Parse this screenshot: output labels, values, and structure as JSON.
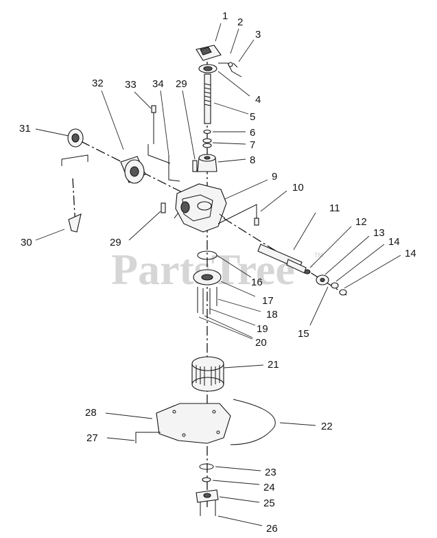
{
  "watermark": {
    "text": "PartsTree",
    "tm": "TM"
  },
  "callouts": [
    {
      "id": "c1",
      "text": "1"
    },
    {
      "id": "c2",
      "text": "2"
    },
    {
      "id": "c3",
      "text": "3"
    },
    {
      "id": "c4",
      "text": "4"
    },
    {
      "id": "c5",
      "text": "5"
    },
    {
      "id": "c6",
      "text": "6"
    },
    {
      "id": "c7",
      "text": "7"
    },
    {
      "id": "c8",
      "text": "8"
    },
    {
      "id": "c9",
      "text": "9"
    },
    {
      "id": "c10",
      "text": "10"
    },
    {
      "id": "c11",
      "text": "11"
    },
    {
      "id": "c12",
      "text": "12"
    },
    {
      "id": "c13",
      "text": "13"
    },
    {
      "id": "c14a",
      "text": "14"
    },
    {
      "id": "c14b",
      "text": "14"
    },
    {
      "id": "c15",
      "text": "15"
    },
    {
      "id": "c16",
      "text": "16"
    },
    {
      "id": "c17",
      "text": "17"
    },
    {
      "id": "c18",
      "text": "18"
    },
    {
      "id": "c19",
      "text": "19"
    },
    {
      "id": "c20",
      "text": "20"
    },
    {
      "id": "c21",
      "text": "21"
    },
    {
      "id": "c22",
      "text": "22"
    },
    {
      "id": "c23",
      "text": "23"
    },
    {
      "id": "c24",
      "text": "24"
    },
    {
      "id": "c25",
      "text": "25"
    },
    {
      "id": "c26",
      "text": "26"
    },
    {
      "id": "c27",
      "text": "27"
    },
    {
      "id": "c28",
      "text": "28"
    },
    {
      "id": "c29a",
      "text": "29"
    },
    {
      "id": "c29b",
      "text": "29"
    },
    {
      "id": "c30",
      "text": "30"
    },
    {
      "id": "c31",
      "text": "31"
    },
    {
      "id": "c32",
      "text": "32"
    },
    {
      "id": "c33",
      "text": "33"
    },
    {
      "id": "c34",
      "text": "34"
    }
  ]
}
